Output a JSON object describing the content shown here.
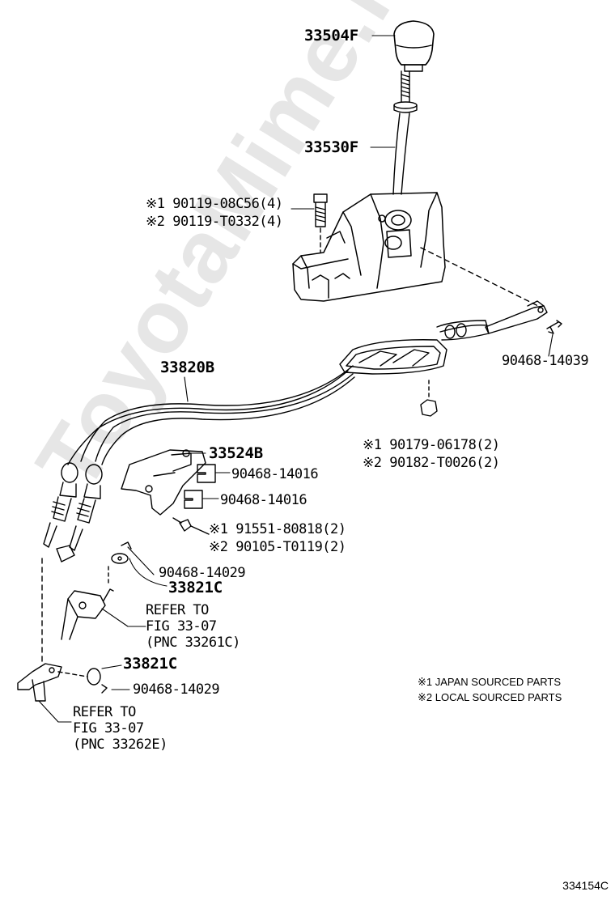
{
  "watermark": "ToyotaMime.ru",
  "figure_id": "334154C",
  "parts": {
    "knob": "33504F",
    "lever": "33530F",
    "bolt_1": "※1 90119-08C56(4)",
    "bolt_2": "※2 90119-T0332(4)",
    "clip_top": "90468-14039",
    "cable": "33820B",
    "nut_1": "※1 90179-06178(2)",
    "nut_2": "※2 90182-T0026(2)",
    "bracket": "33524B",
    "clip_a": "90468-14016",
    "clip_b": "90468-14016",
    "screw_1": "※1 91551-80818(2)",
    "screw_2": "※2 90105-T0119(2)",
    "clip_c": "90468-14029",
    "washer_a": "33821C",
    "refer_a_1": "REFER TO",
    "refer_a_2": "FIG 33-07",
    "refer_a_3": "(PNC 33261C)",
    "washer_b": "33821C",
    "clip_d": "90468-14029",
    "refer_b_1": "REFER TO",
    "refer_b_2": "FIG 33-07",
    "refer_b_3": "(PNC 33262E)"
  },
  "legend": {
    "line_1": "※1 JAPAN SOURCED PARTS",
    "line_2": "※2 LOCAL SOURCED PARTS"
  }
}
